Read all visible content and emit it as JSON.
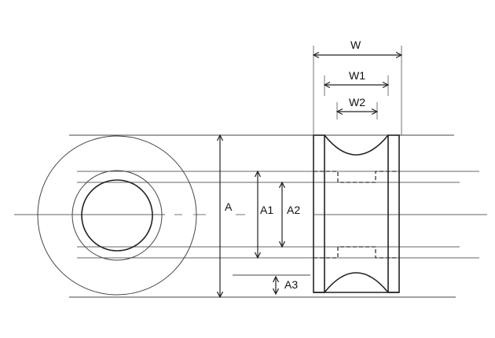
{
  "labels": {
    "W": "W",
    "W1": "W1",
    "W2": "W2",
    "A": "A",
    "A1": "A1",
    "A2": "A2",
    "A3": "A3"
  },
  "colors": {
    "ink": "#222222",
    "background": "#ffffff"
  }
}
